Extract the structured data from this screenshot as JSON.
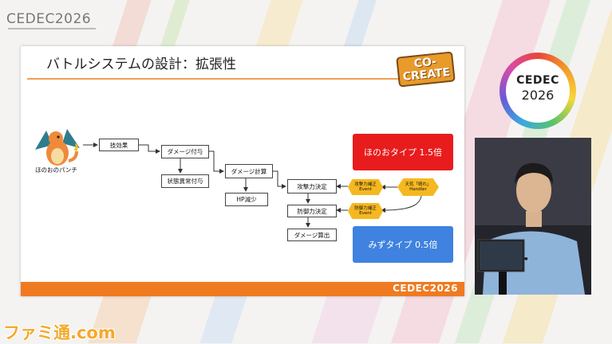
{
  "brand": {
    "event_logo": "CEDEC2026",
    "ring_logo_line1": "CEDEC",
    "ring_logo_line2": "2026",
    "footer_logo": "CEDEC2026",
    "watermark": "ファミ通.com"
  },
  "slide": {
    "title": "バトルシステムの設計：拡張性",
    "badge_line1": "CO-",
    "badge_line2": "CREATE",
    "caption": "ほのおのパンチ",
    "flow": {
      "effect": "技効果",
      "damage_apply": "ダメージ付与",
      "status": "状態異常付与",
      "damage_calc": "ダメージ計算",
      "hp": "HP減少",
      "atk": "攻撃力決定",
      "def": "防御力決定",
      "output": "ダメージ算出",
      "atk_event_line1": "攻撃力補正",
      "atk_event_line2": "Event",
      "def_event_line1": "防御力補正",
      "def_event_line2": "Event",
      "handler_line1": "天気「晴れ」",
      "handler_line2": "Handler"
    },
    "fire_card": "ほのおタイプ 1.5倍",
    "water_card": "みずタイプ 0.5倍"
  },
  "colors": {
    "accent_orange": "#f07a20",
    "event_yellow": "#f5b820",
    "fire_red": "#e81c1c",
    "water_blue": "#3f82e0"
  }
}
